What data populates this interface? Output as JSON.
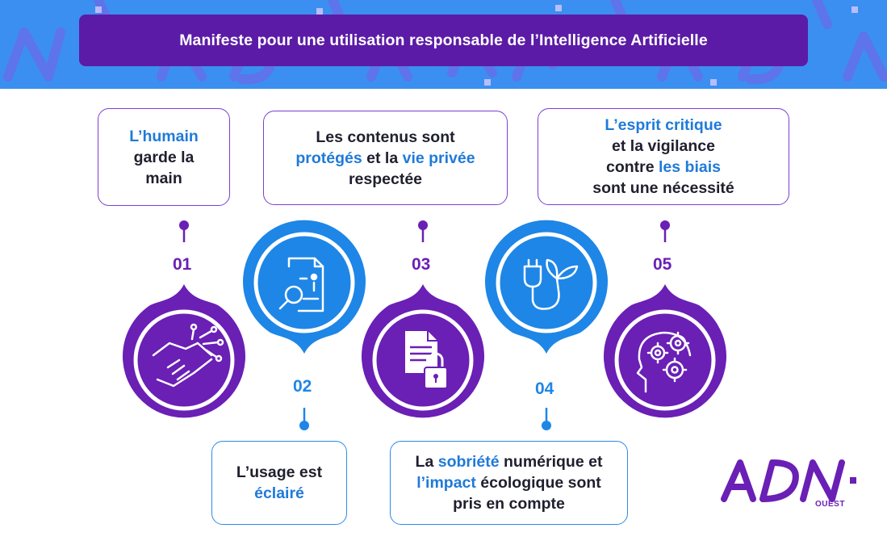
{
  "header": {
    "title": "Manifeste pour une utilisation responsable de l’Intelligence Artificielle"
  },
  "items": [
    {
      "number": "01",
      "lines": [
        [
          {
            "t": "L’humain",
            "hl": true
          }
        ],
        [
          {
            "t": "garde la",
            "hl": false
          }
        ],
        [
          {
            "t": "main",
            "hl": false
          }
        ]
      ]
    },
    {
      "number": "02",
      "lines": [
        [
          {
            "t": "L’usage est",
            "hl": false
          }
        ],
        [
          {
            "t": "éclairé",
            "hl": true
          }
        ]
      ]
    },
    {
      "number": "03",
      "lines": [
        [
          {
            "t": "Les contenus sont",
            "hl": false
          }
        ],
        [
          {
            "t": "protégés",
            "hl": true
          },
          {
            "t": " et la ",
            "hl": false
          },
          {
            "t": "vie privée",
            "hl": true
          }
        ],
        [
          {
            "t": "respectée",
            "hl": false
          }
        ]
      ]
    },
    {
      "number": "04",
      "lines": [
        [
          {
            "t": "La ",
            "hl": false
          },
          {
            "t": "sobriété",
            "hl": true
          },
          {
            "t": " numérique et",
            "hl": false
          }
        ],
        [
          {
            "t": "l’impact",
            "hl": true
          },
          {
            "t": " écologique sont",
            "hl": false
          }
        ],
        [
          {
            "t": "pris en compte",
            "hl": false
          }
        ]
      ]
    },
    {
      "number": "05",
      "lines": [
        [
          {
            "t": "L’esprit critique",
            "hl": true
          }
        ],
        [
          {
            "t": "et la vigilance",
            "hl": false
          }
        ],
        [
          {
            "t": "contre ",
            "hl": false
          },
          {
            "t": "les biais",
            "hl": true
          }
        ],
        [
          {
            "t": "sont une nécessité",
            "hl": false
          }
        ]
      ]
    }
  ],
  "logo": {
    "main": "ADN",
    "sub": "OUEST"
  },
  "colors": {
    "purple": "#6a1fb5",
    "blue": "#1e86e6",
    "banner": "#3b8ff0",
    "title_bg": "#5b1ba6"
  },
  "icons": [
    "handshake-circuit-icon",
    "document-search-icon",
    "document-lock-icon",
    "plug-leaf-icon",
    "head-gears-icon"
  ]
}
